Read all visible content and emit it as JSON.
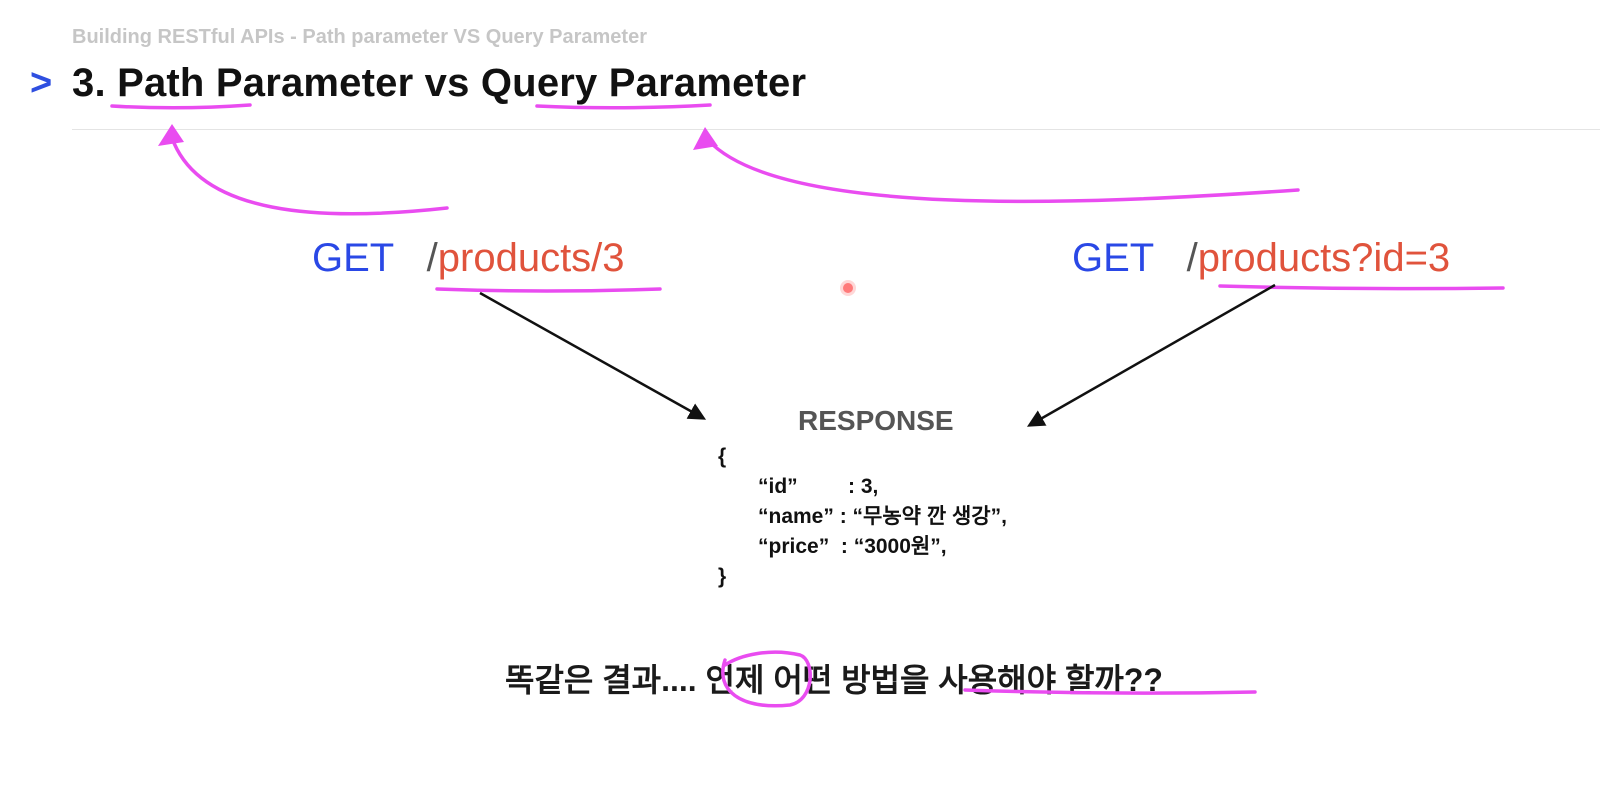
{
  "slide": {
    "breadcrumb": "Building RESTful APIs - Path parameter VS Query Parameter",
    "chevron": ">",
    "title": "3. Path Parameter vs Query Parameter"
  },
  "endpoints": {
    "left": {
      "method": "GET",
      "slash": "/",
      "path": "products/3"
    },
    "right": {
      "method": "GET",
      "slash": "/",
      "path": "products?id=3"
    }
  },
  "response": {
    "title": "RESPONSE",
    "open_brace": "{",
    "id_key": "“id”",
    "id_value": ": 3,",
    "name_key": "“name”",
    "name_value": ": “무농약 깐 생강”,",
    "price_key": "“price”",
    "price_value": ": “3000원”,",
    "close_brace": "}"
  },
  "question": "똑같은 결과.... 언제 어떤 방법을 사용해야 할까??",
  "colors": {
    "accent_blue": "#2a48e6",
    "path_red": "#e0533c",
    "annotation_magenta": "#e94cf0"
  }
}
